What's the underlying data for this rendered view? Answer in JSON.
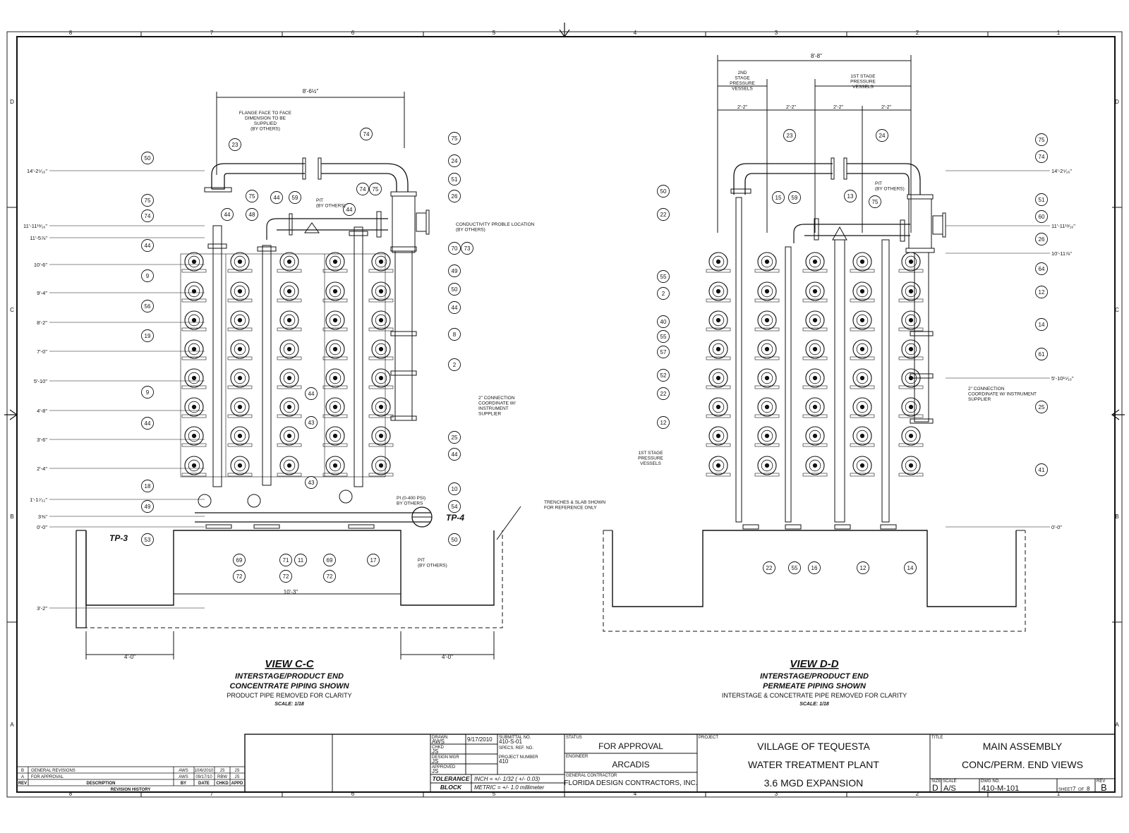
{
  "zones": {
    "columns": [
      "8",
      "7",
      "6",
      "5",
      "4",
      "3",
      "2",
      "1"
    ],
    "rows": [
      "D",
      "C",
      "B",
      "A"
    ]
  },
  "view_cc": {
    "title": "VIEW C-C",
    "subtitle1": "INTERSTAGE/PRODUCT END",
    "subtitle2": "CONCENTRATE PIPING SHOWN",
    "subtitle3": "PRODUCT PIPE REMOVED FOR CLARITY",
    "scale": "SCALE: 1/18",
    "dims": {
      "top": "8'-6½\"",
      "trench": "10'-3\"",
      "left": "4'-0\"",
      "right": "4'-0\""
    },
    "elevations": [
      "14'-2⁵⁄₁₆\"",
      "11'-11¹¹⁄₁₆\"",
      "11'-5⅞\"",
      "10'-6\"",
      "9'-4\"",
      "8'-2\"",
      "7'-0\"",
      "5'-10\"",
      "4'-8\"",
      "3'-6\"",
      "2'-4\"",
      "1'-1⁷⁄₃₂\"",
      "3⅝\"",
      "0'-0\"",
      "3'-2\""
    ],
    "notes": {
      "flange": [
        "FLANGE FACE TO FACE",
        "DIMENSION TO BE",
        "SUPPLIED",
        "(BY OTHERS)"
      ],
      "pit1": [
        "PIT",
        "(BY OTHERS)"
      ],
      "conductivity": [
        "CONDUCTIVITY PROBLE LOCATION",
        "(BY OTHERS)"
      ],
      "connection": [
        "2\" CONNECTION",
        "COORDINATE W/",
        "INSTRUMENT",
        "SUPPLIER"
      ],
      "pi": [
        "PI (0-400 PSI)",
        "BY OTHERS"
      ],
      "pit2": [
        "PIT",
        "(BY OTHERS)"
      ],
      "trenches": [
        "TRENCHES & SLAB SHOWN",
        "FOR REFERENCE ONLY"
      ]
    },
    "tp3": "TP-3",
    "tp4": "TP-4",
    "callouts": [
      "50",
      "23",
      "74",
      "75",
      "24",
      "75",
      "74",
      "44",
      "44",
      "9",
      "56",
      "19",
      "9",
      "44",
      "18",
      "49",
      "53",
      "75",
      "44",
      "48",
      "59",
      "74",
      "75",
      "44",
      "51",
      "26",
      "70",
      "73",
      "49",
      "50",
      "44",
      "8",
      "2",
      "44",
      "43",
      "43",
      "25",
      "44",
      "10",
      "54",
      "50",
      "69",
      "72",
      "71",
      "72",
      "11",
      "69",
      "72",
      "17"
    ]
  },
  "view_dd": {
    "title": "VIEW D-D",
    "subtitle1": "INTERSTAGE/PRODUCT END",
    "subtitle2": "PERMEATE PIPING SHOWN",
    "subtitle3": "INTERSTAGE & CONCETRATE PIPE REMOVED FOR CLARITY",
    "scale": "SCALE: 1/18",
    "dims": {
      "top": "8'-8\"",
      "seg": "2'-2\""
    },
    "elevations": [
      "14'-2⁵⁄₁₆\"",
      "11'-11¹¹⁄₁₆\"",
      "10'-11⅞\"",
      "5'-10¹⁵⁄₁₆\"",
      "0'-0\""
    ],
    "notes": {
      "stage2": [
        "2ND",
        "STAGE",
        "PRESSURE",
        "VESSELS"
      ],
      "stage1": [
        "1ST STAGE",
        "PRESSURE",
        "VESSELS"
      ],
      "pit": [
        "PIT",
        "(BY OTHERS)"
      ],
      "connection": [
        "2\" CONNECTION",
        "COORDINATE W/ INSTRUMENT",
        "SUPPLIER"
      ],
      "stage1b": [
        "1ST STAGE",
        "PRESSURE",
        "VESSELS"
      ]
    },
    "callouts": [
      "50",
      "22",
      "55",
      "2",
      "40",
      "55",
      "57",
      "52",
      "22",
      "12",
      "23",
      "24",
      "75",
      "74",
      "15",
      "59",
      "13",
      "75",
      "51",
      "60",
      "26",
      "64",
      "12",
      "14",
      "61",
      "25",
      "41",
      "22",
      "55",
      "16",
      "12",
      "14"
    ]
  },
  "revisions": {
    "rows": [
      {
        "rev": "B",
        "desc": "GENERAL REVISIONS",
        "by": "AWS",
        "date": "10/6/2010",
        "chkd": "JS",
        "appd": "JS"
      },
      {
        "rev": "A",
        "desc": "FOR APPROVAL",
        "by": "AWS",
        "date": "09/17/10",
        "chkd": "RBW",
        "appd": "JS"
      }
    ],
    "headers": {
      "rev": "REV",
      "desc": "DESCRIPTION",
      "by": "BY",
      "date": "DATE",
      "chkd": "CHKD",
      "appd": "APPD"
    },
    "caption": "REVISION HISTORY"
  },
  "titleblock": {
    "drawn_label": "DRAWN",
    "drawn": "AWS",
    "date": "9/17/2010",
    "checked_label": "CHKD",
    "checked": "JS",
    "design_label": "DESIGN MGR",
    "design": "JS",
    "approved_label": "APPROVED",
    "approved": "JS",
    "submittal_label": "SUBMITTAL NO.",
    "submittal": "410-S-01",
    "spec_label": "SPECS. REF. NO.",
    "project_no_label": "PROJECT NUMBER",
    "project_no": "410",
    "tolerance": "TOLERANCE",
    "block": "BLOCK",
    "inch": "INCH = +/- 1/32 ( +/- 0.03)",
    "metric": "METRIC = +/- 1.0 millimeter",
    "status_label": "STATUS",
    "status": "FOR APPROVAL",
    "engineer_label": "ENGINEER",
    "engineer": "ARCADIS",
    "gc_label": "GENERAL CONTRACTOR",
    "gc": "FLORIDA DESIGN CONTRACTORS, INC.",
    "project_label": "PROJECT",
    "project_line1": "VILLAGE OF TEQUESTA",
    "project_line2": "WATER TREATMENT PLANT",
    "project_line3": "3.6 MGD EXPANSION",
    "title_label": "TITLE",
    "title_line1": "MAIN ASSEMBLY",
    "title_line2": "CONC/PERM. END VIEWS",
    "size_label": "SIZE",
    "size": "D",
    "scale_label": "SCALE",
    "scale": "A/S",
    "dwg_label": "DWG NO.",
    "dwg": "410-M-101",
    "sheet_label": "SHEET",
    "sheet": "7",
    "of_label": "OF",
    "of": "8",
    "rev_label": "REV",
    "rev": "B"
  }
}
